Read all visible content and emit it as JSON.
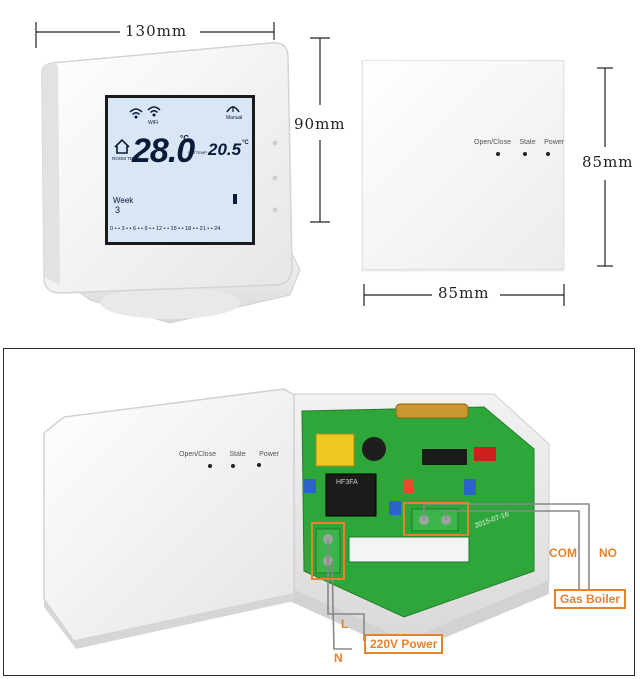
{
  "dimensions": {
    "thermostat_width": "130mm",
    "thermostat_height": "90mm",
    "receiver_height": "85mm",
    "receiver_width": "85mm"
  },
  "thermostat_lcd": {
    "wifi_label": "WiFi",
    "manual_label": "Manual",
    "room_temp_label": "ROOM TEMP",
    "room_temp_value": "28.0",
    "room_temp_unit": "°C",
    "set_temp_label": "SETTEMP",
    "set_temp_value": "20.5",
    "set_temp_unit": "°C",
    "week_label": "Week",
    "week_value": "3",
    "timeline": "0 • • 3 • • 6 • • 9 • • 12 • • 15 • • 18 • • 21 • • 24"
  },
  "receiver_top": {
    "led_labels": [
      "Open/Close",
      "State",
      "Power"
    ]
  },
  "receiver_open": {
    "led_labels": [
      "Open/Close",
      "State",
      "Power"
    ],
    "board_date": "2015-07-16",
    "relay_label": "HF3FA"
  },
  "wiring": {
    "com_label": "COM",
    "no_label": "NO",
    "gas_boiler_label": "Gas Boiler",
    "power_label": "220V Power",
    "l_label": "L",
    "n_label": "N"
  },
  "colors": {
    "accent_orange": "#e8822a",
    "lcd_blue": "#d8e6f5",
    "pcb_green": "#2fa63a"
  }
}
